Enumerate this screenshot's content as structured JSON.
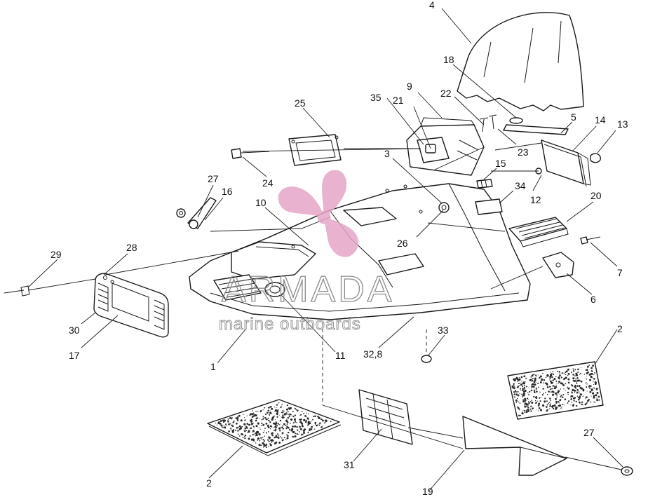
{
  "watermark": {
    "title": "ARMADA",
    "subtitle": "marine outboards",
    "logo_color": "#e6a6c8"
  },
  "callouts": {
    "c1": "1",
    "c2a": "2",
    "c2b": "2",
    "c3": "3",
    "c4": "4",
    "c5": "5",
    "c6": "6",
    "c7": "7",
    "c9": "9",
    "c10": "10",
    "c11": "11",
    "c12": "12",
    "c13": "13",
    "c14": "14",
    "c15": "15",
    "c16": "16",
    "c17": "17",
    "c18": "18",
    "c19": "19",
    "c20": "20",
    "c21": "21",
    "c22": "22",
    "c23": "23",
    "c24": "24",
    "c25": "25",
    "c26": "26",
    "c27a": "27",
    "c27b": "27",
    "c28": "28",
    "c29": "29",
    "c30": "30",
    "c31": "31",
    "c32": "32,8",
    "c33": "33",
    "c34": "34",
    "c35": "35"
  }
}
